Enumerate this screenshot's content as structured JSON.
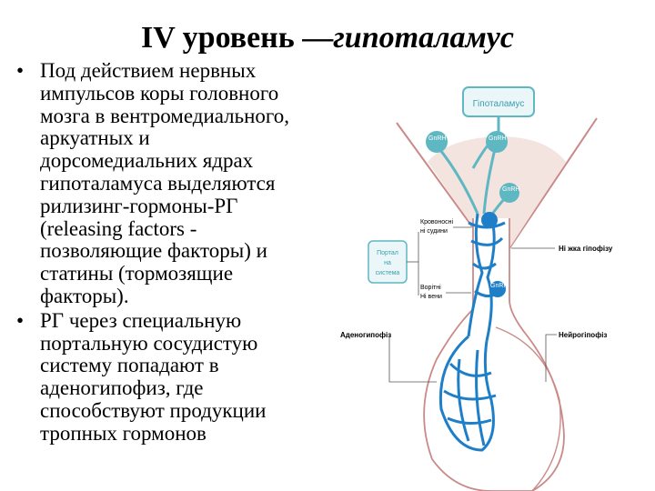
{
  "title": {
    "prefix": "IV уровень —",
    "italic": "гипоталамус"
  },
  "bullets": [
    {
      "marker": "•",
      "text": "Под действием нервных\nимпульсов коры головного\nмозга в вентромедиального,\nаркуатных и\nдорсомедиальних ядрах\nгипоталамуса выделяются\nрилизинг-гормоны-РГ\n(releasing factors -\nпозволяющие факторы) и\nстатины (тормозящие\nфакторы)."
    },
    {
      "marker": "•",
      "text": "РГ через специальную\nпортальную сосудистую\nсистему попадают в\nаденогипофиз, где\nспособствуют продукции\nтропных гормонов"
    }
  ],
  "diagram": {
    "hypothalamus": "Гіпоталамус",
    "gnrh": "GnRH",
    "capillaries": [
      "Кровоносні",
      "ні судини"
    ],
    "portal": [
      "Портал",
      "на",
      "система"
    ],
    "veins": [
      "Ворітні",
      "Ні вени"
    ],
    "adenohypophysis": "Аденогипофіз",
    "neurohypophysis": "Нейрогіпофіз",
    "stalk": "Ні жка гіпофізу",
    "colors": {
      "vessel": "#1e7fc8",
      "neuron": "#5fb7c2",
      "tissue": "#f3e4e0",
      "outline": "#c98a88"
    }
  }
}
